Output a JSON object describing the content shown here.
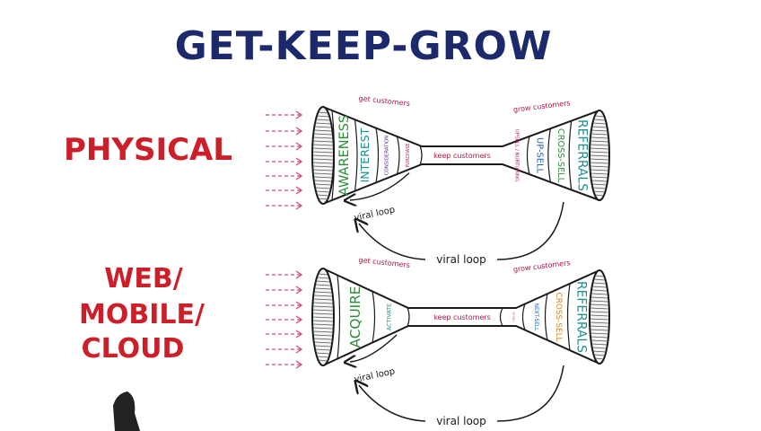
{
  "title": "GET-KEEP-GROW",
  "colors": {
    "title": "#1c2a6b",
    "channel": "#cc1f2a",
    "annotation": "#b0173f",
    "arrows": "#d04a7a",
    "ink": "#1a1a1a",
    "green": "#2e8b3a",
    "teal": "#1f8f8a",
    "blue": "#2060b0",
    "purple": "#5a2a8c",
    "magenta": "#b0206a",
    "orange": "#d9861a"
  },
  "funnels": [
    {
      "channel_lines": [
        "PHYSICAL"
      ],
      "get_label": "get customers",
      "grow_label": "grow customers",
      "keep_label": "keep customers",
      "viral_inner": "viral loop",
      "viral_outer": "viral loop",
      "left_stages": [
        {
          "label": "AWARENESS",
          "color_key": "green"
        },
        {
          "label": "INTEREST",
          "color_key": "teal"
        },
        {
          "label": "CONSIDERATION",
          "color_key": "purple"
        },
        {
          "label": "PURCHASE",
          "color_key": "magenta"
        }
      ],
      "right_stages": [
        {
          "label": "UP-SELL",
          "color_key": "blue"
        },
        {
          "label": "CROSS-SELL",
          "color_key": "green"
        },
        {
          "label": "REFERRALS",
          "color_key": "teal"
        }
      ],
      "right_small": "UPSELL / NURTURING"
    },
    {
      "channel_lines": [
        "WEB/",
        "MOBILE/",
        "CLOUD"
      ],
      "get_label": "get customers",
      "grow_label": "grow customers",
      "keep_label": "keep customers",
      "viral_inner": "viral loop",
      "viral_outer": "viral loop",
      "left_stages": [
        {
          "label": "ACQUIRE",
          "color_key": "green"
        },
        {
          "label": "ACTIVATE",
          "color_key": "teal"
        }
      ],
      "right_stages": [
        {
          "label": "UP-SELL",
          "color_key": "magenta"
        },
        {
          "label": "NEXT-SELL",
          "color_key": "blue"
        },
        {
          "label": "CROSS-SELL",
          "color_key": "orange"
        },
        {
          "label": "REFERRALS",
          "color_key": "teal"
        }
      ]
    }
  ]
}
